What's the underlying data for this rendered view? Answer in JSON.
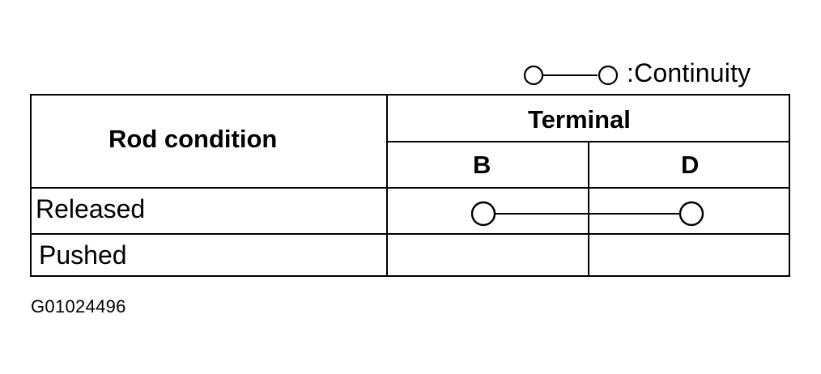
{
  "legend": {
    "symbol": "continuity-symbol-icon",
    "label": ":Continuity"
  },
  "table": {
    "header_row_label": "Rod condition",
    "terminal_group_label": "Terminal",
    "terminals": [
      "B",
      "D"
    ],
    "rows": [
      {
        "label": "Released",
        "continuity": [
          "B",
          "D"
        ]
      },
      {
        "label": "Pushed",
        "continuity": []
      }
    ]
  },
  "figure_id": "G01024496",
  "colors": {
    "line": "#000000",
    "background": "#ffffff"
  }
}
